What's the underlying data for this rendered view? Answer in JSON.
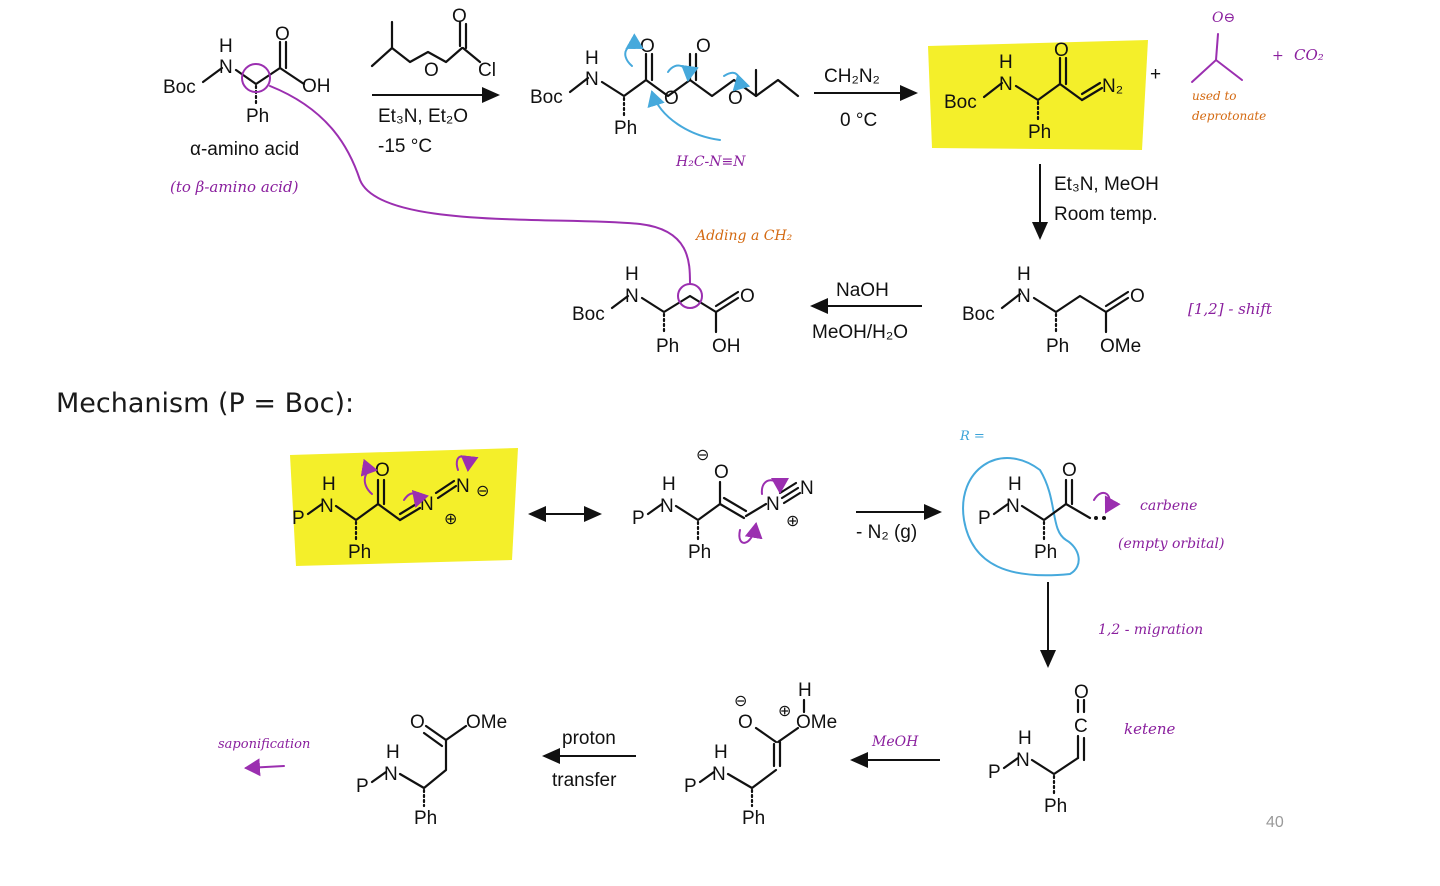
{
  "title": "Mechanism (P = Boc):",
  "page_number": "40",
  "colors": {
    "highlight": "#f4ef2a",
    "ink_purple": "#9b2fb0",
    "ink_orange": "#d46a12",
    "ink_blue": "#46a9dc"
  },
  "atoms": {
    "boc": "Boc",
    "p": "P",
    "n": "N",
    "h": "H",
    "o": "O",
    "oh": "OH",
    "ome": "OMe",
    "ph": "Ph",
    "cl": "Cl",
    "c": "C",
    "n2": "N",
    "plus": "+",
    "minus": "⊖",
    "oplus": "⊕"
  },
  "top": {
    "label_amino": "α-amino acid",
    "step1": {
      "reagents": "Et₃N, Et₂O",
      "temp": "-15 °C"
    },
    "step2": {
      "reagent": "CH₂N₂",
      "temp": "0 °C"
    },
    "product_n2": "N₂",
    "plus1": "+",
    "plus2": "+",
    "co2": "CO₂",
    "step3": {
      "reagents": "Et₃N, MeOH",
      "temp": "Room temp."
    },
    "step4": {
      "reagent": "NaOH",
      "solvent": "MeOH/H₂O"
    }
  },
  "handwritten": {
    "beta_amino": "(to β-amino acid)",
    "diazomethane": "H₂C-N≡N",
    "o_minus": "O⊖",
    "used_to": "used to",
    "deprotonate": "deprotonate",
    "adding": "Adding a CH₂",
    "shift": "[1,2] - shift",
    "r_equals": "R =",
    "carbene": "carbene",
    "empty_orbital": "(empty orbital)",
    "migration": "1,2 - migration",
    "ketene": "ketene",
    "meoh": "MeOH",
    "saponification": "saponification"
  },
  "mech": {
    "loss_n2": "- N₂ (g)",
    "proton": "proton",
    "transfer": "transfer"
  }
}
